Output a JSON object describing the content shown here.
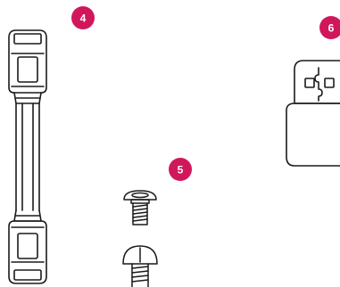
{
  "badges": [
    {
      "label": "4"
    },
    {
      "label": "5"
    },
    {
      "label": "6"
    }
  ],
  "colors": {
    "badge": "#D1175B",
    "stroke": "#1a1a1a",
    "background": "#ffffff"
  },
  "icons": {
    "cable": "hdmi-extension-cable-icon",
    "adapter": "usb-adapter-icon",
    "screw_a": "threaded-screw-icon",
    "screw_b": "pan-head-screw-icon"
  }
}
